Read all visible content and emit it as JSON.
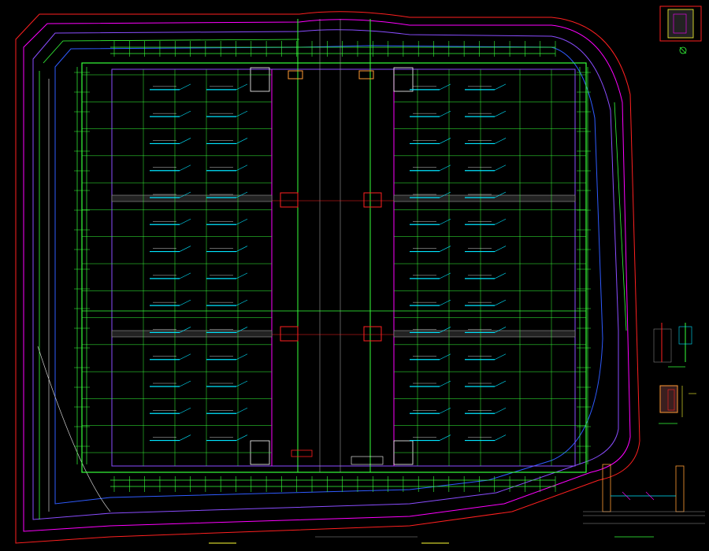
{
  "drawing": {
    "background": "#000000",
    "colors": {
      "red": "#ff2020",
      "magenta": "#ff00ff",
      "purple": "#8a4dff",
      "blue": "#2f5bff",
      "green": "#36ff3a",
      "cyan": "#00e5ff",
      "white": "#ffffff",
      "yellow": "#ffff33",
      "orange": "#ff9a33",
      "gray": "#9a9a9a"
    },
    "grid": {
      "rows": 14,
      "left_columns": 2,
      "right_columns": 2,
      "dimension_ticks": 30
    },
    "plan_title": "",
    "legend_labels": [
      "",
      ""
    ]
  }
}
